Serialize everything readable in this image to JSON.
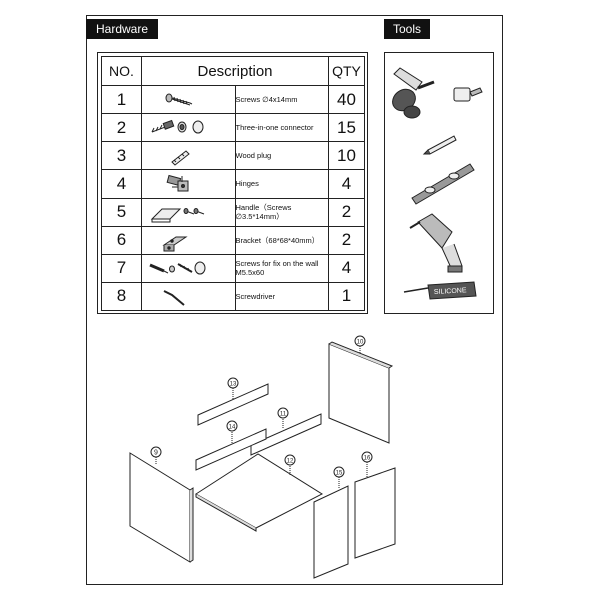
{
  "hardware_title": "Hardware",
  "tools_title": "Tools",
  "table": {
    "headers": {
      "no": "NO.",
      "description": "Description",
      "qty": "QTY"
    },
    "rows": [
      {
        "no": "1",
        "text": "Screws ∅4x14mm",
        "qty": "40",
        "icon": "screw-icon"
      },
      {
        "no": "2",
        "text": "Three-in-one connector",
        "qty": "15",
        "icon": "connector-icon"
      },
      {
        "no": "3",
        "text": "Wood plug",
        "qty": "10",
        "icon": "wood-plug-icon"
      },
      {
        "no": "4",
        "text": "Hinges",
        "qty": "4",
        "icon": "hinge-icon"
      },
      {
        "no": "5",
        "text": "Handle（Screws ∅3.5*14mm）",
        "qty": "2",
        "icon": "handle-icon"
      },
      {
        "no": "6",
        "text": "Bracket（68*68*40mm）",
        "qty": "2",
        "icon": "bracket-icon"
      },
      {
        "no": "7",
        "text": "Screws for fix on the wall\nM5.5x60",
        "qty": "4",
        "icon": "wall-anchor-icon"
      },
      {
        "no": "8",
        "text": "Screwdriver",
        "qty": "1",
        "icon": "hex-key-icon"
      }
    ]
  },
  "tools": [
    "hammer-icon",
    "tape-measure-icon",
    "pencil-icon",
    "level-icon",
    "drill-icon",
    "silicone-tube-icon"
  ],
  "silicone_label": "SILICONE",
  "parts": [
    "9",
    "10",
    "11",
    "12",
    "13",
    "14",
    "15",
    "16"
  ]
}
